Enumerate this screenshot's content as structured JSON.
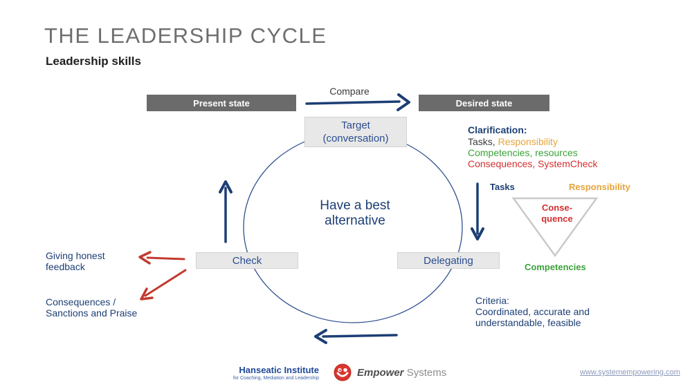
{
  "slide": {
    "title": "THE LEADERSHIP CYCLE",
    "subtitle": "Leadership skills"
  },
  "cycle": {
    "present_state": "Present state",
    "desired_state": "Desired state",
    "compare": "Compare",
    "target_line1": "Target",
    "target_line2": "(conversation)",
    "check": "Check",
    "delegating": "Delegating",
    "center_line1": "Have a best",
    "center_line2": "alternative"
  },
  "clarification": {
    "heading": "Clarification:",
    "line1_prefix": "Tasks,",
    "line1_highlight": "Responsibility",
    "line2": "Competencies, resources",
    "line3": "Consequences, SystemCheck"
  },
  "triangle": {
    "top_left": "Tasks",
    "top_right": "Responsibility",
    "center_line1": "Conse-",
    "center_line2": "quence",
    "bottom": "Competencies"
  },
  "left_notes": {
    "feedback_line1": "Giving honest",
    "feedback_line2": "feedback",
    "consequences_line1": "Consequences /",
    "consequences_line2": "Sanctions and Praise"
  },
  "criteria": {
    "heading": "Criteria:",
    "line1": "Coordinated, accurate and",
    "line2": "understandable, feasible"
  },
  "footer": {
    "org_name": "Hanseatic Institute",
    "org_tagline": "for Coaching, Mediation and Leadership",
    "brand_bold": "Empower",
    "brand_regular": "Systems",
    "url": "www.systemempowering.com",
    "logo": "smiley-icon"
  },
  "colors": {
    "navy": "#1c3e74",
    "box_gray": "#6b6b6b",
    "light_box": "#e8e8e8",
    "light_box_border": "#d2d2d2",
    "box_text_blue": "#2a4d8f",
    "orange": "#e5a43b",
    "green": "#3aa23a",
    "red": "#d32f2f",
    "red_arrow": "#c23a30",
    "title_gray": "#6e6e6e",
    "triangle_gray": "#c9c9c9",
    "org_blue": "#1d4897",
    "brand_dark": "#4e4e4e",
    "brand_light": "#8d8d8d",
    "url_blue": "#8a99b8",
    "smiley_red": "#d8362e"
  }
}
